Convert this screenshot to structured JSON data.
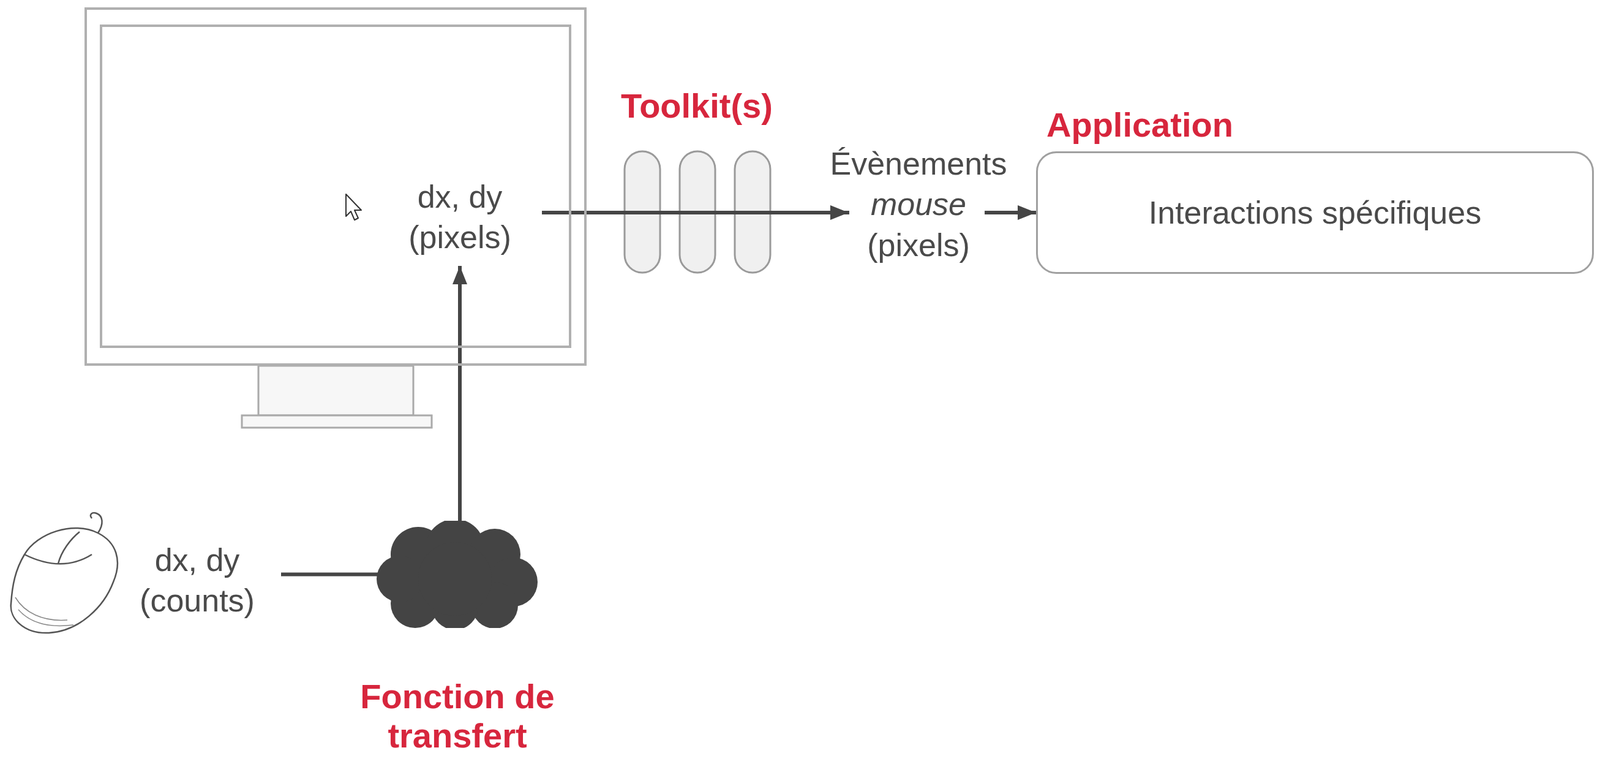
{
  "diagram": {
    "nodes": [
      {
        "text": [
          "dx, dy (pixels)"
        ]
      },
      {
        "text": [
          "Fonction de transfert"
        ]
      },
      {
        "text": [
          "Application",
          "Interactions spécifiques"
        ]
      }
    ],
    "edges": [
      {
        "from": 1,
        "to": 0,
        "arrow": "to"
      },
      {
        "from": 0,
        "to": 2,
        "arrow": "to"
      }
    ],
    "labels": [
      "dx, dy (counts)",
      "Toolkit(s)",
      "Évènements",
      "mouse",
      "(pixels)"
    ]
  }
}
